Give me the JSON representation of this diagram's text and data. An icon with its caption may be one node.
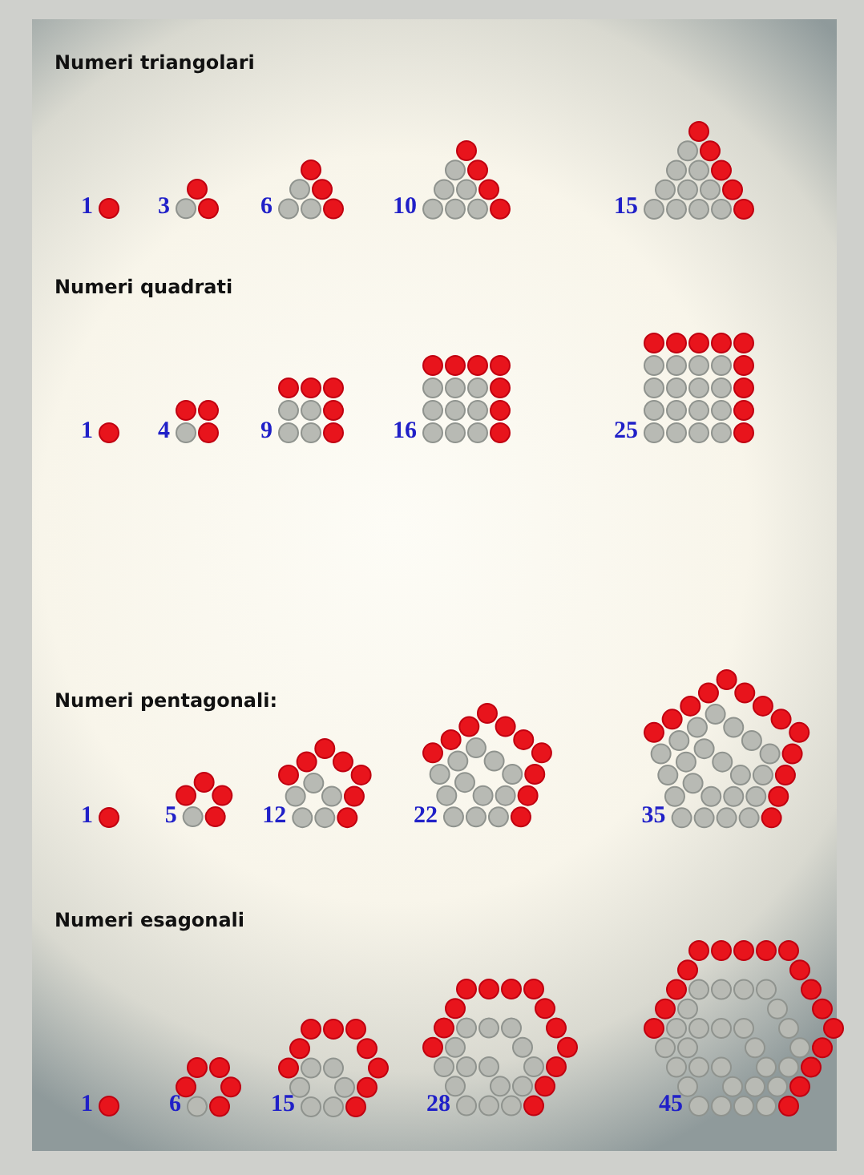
{
  "diagram": {
    "labels": [
      "Numeri triangolari",
      "1",
      "3",
      "6",
      "10",
      "15",
      "Numeri quadrati",
      "1",
      "4",
      "9",
      "16",
      "25",
      "Numeri pentagonali:",
      "1",
      "5",
      "12",
      "22",
      "35",
      "Numeri esagonali",
      "1",
      "6",
      "15",
      "28",
      "45"
    ]
  }
}
